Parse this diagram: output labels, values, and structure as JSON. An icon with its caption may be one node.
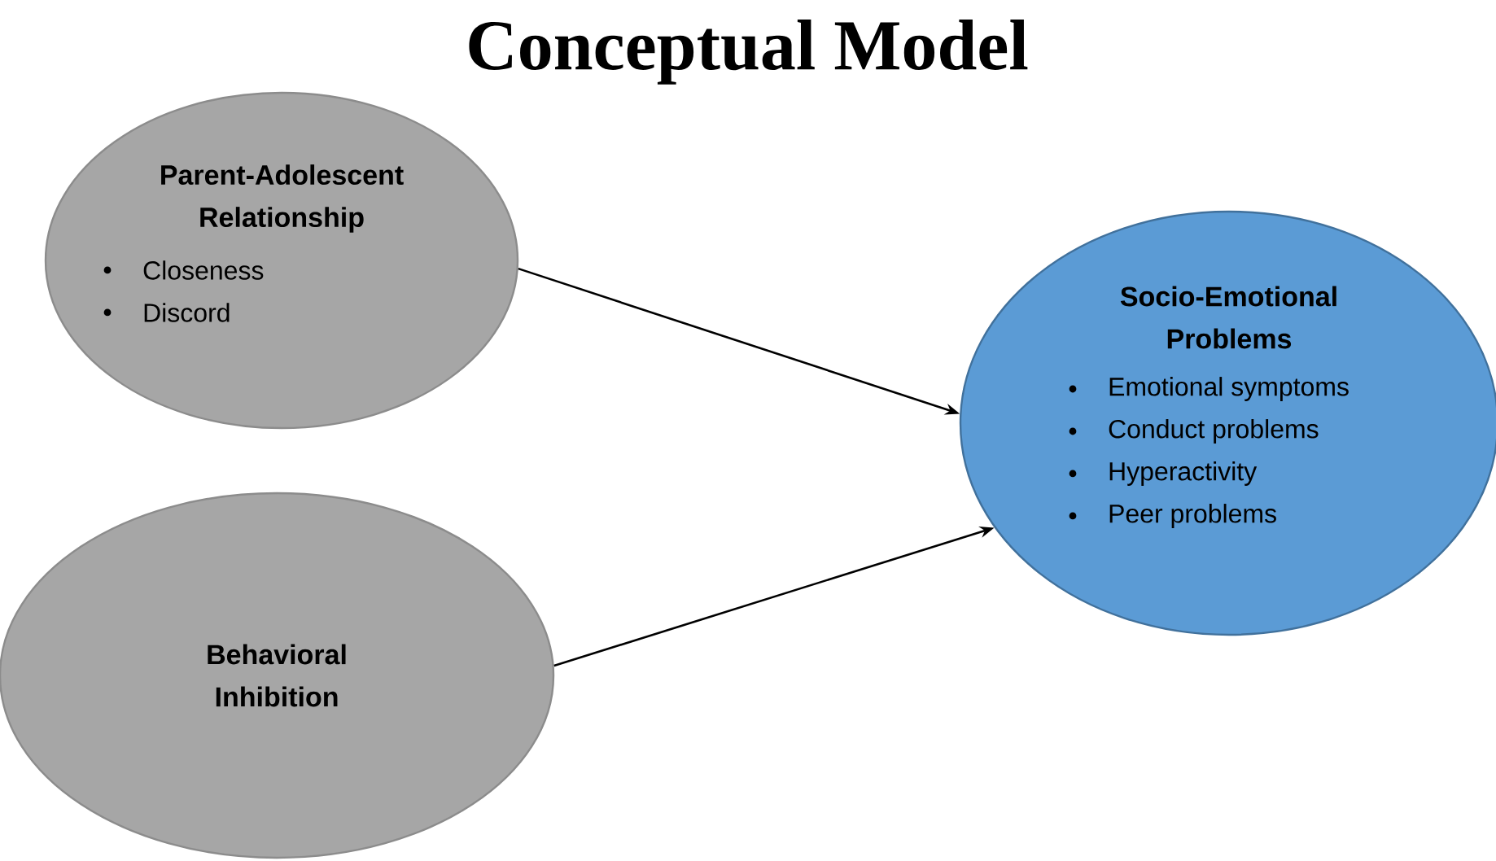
{
  "diagram": {
    "title": "Conceptual Model",
    "nodes": [
      {
        "text": [
          "Parent-Adolescent Relationship",
          "Closeness",
          "Discord"
        ]
      },
      {
        "text": [
          "Behavioral Inhibition"
        ]
      },
      {
        "text": [
          "Socio-Emotional Problems",
          "Emotional symptoms",
          "Conduct problems",
          "Hyperactivity",
          "Peer problems"
        ]
      }
    ],
    "edges": [
      {
        "from": 0,
        "to": 2,
        "arrow": "to"
      },
      {
        "from": 1,
        "to": 2,
        "arrow": "to"
      }
    ]
  }
}
